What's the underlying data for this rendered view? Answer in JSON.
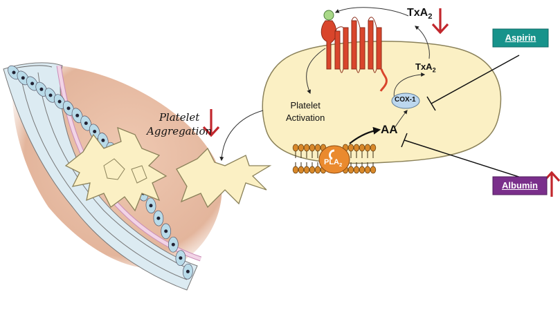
{
  "labels": {
    "platelet_aggregation_line1": "Platelet",
    "platelet_aggregation_line2": "Aggregation",
    "platelet_activation_line1": "Platelet",
    "platelet_activation_line2": "Activation",
    "txa2_outside_base": "TxA",
    "txa2_outside_sub": "2",
    "txa2_inside_base": "TxA",
    "txa2_inside_sub": "2",
    "cox1": "COX-1",
    "aa": "AA",
    "pla2_base": "PLA",
    "pla2_sub": "2",
    "aspirin": "Aspirin",
    "albumin": "Albumin"
  },
  "colors": {
    "cell_fill": "#fbf0c4",
    "cell_stroke": "#8a8159",
    "tissue": "#e3b9a0",
    "receptor": "#d9452c",
    "ligand": "#a9d888",
    "cox_fill": "#bcd7ee",
    "pla_fill": "#ea8a2e",
    "membrane_bead": "#d8882a",
    "aspirin_box": "#17938b",
    "albumin_box": "#7a2f8b",
    "arrow_down": "#c2272d",
    "arrow_up": "#c2272d",
    "vessel_cell": "#b9dbe9",
    "endothelium": "#f2d4e6"
  },
  "indicators": {
    "aggregation": "down",
    "txa2": "down",
    "albumin": "up"
  }
}
